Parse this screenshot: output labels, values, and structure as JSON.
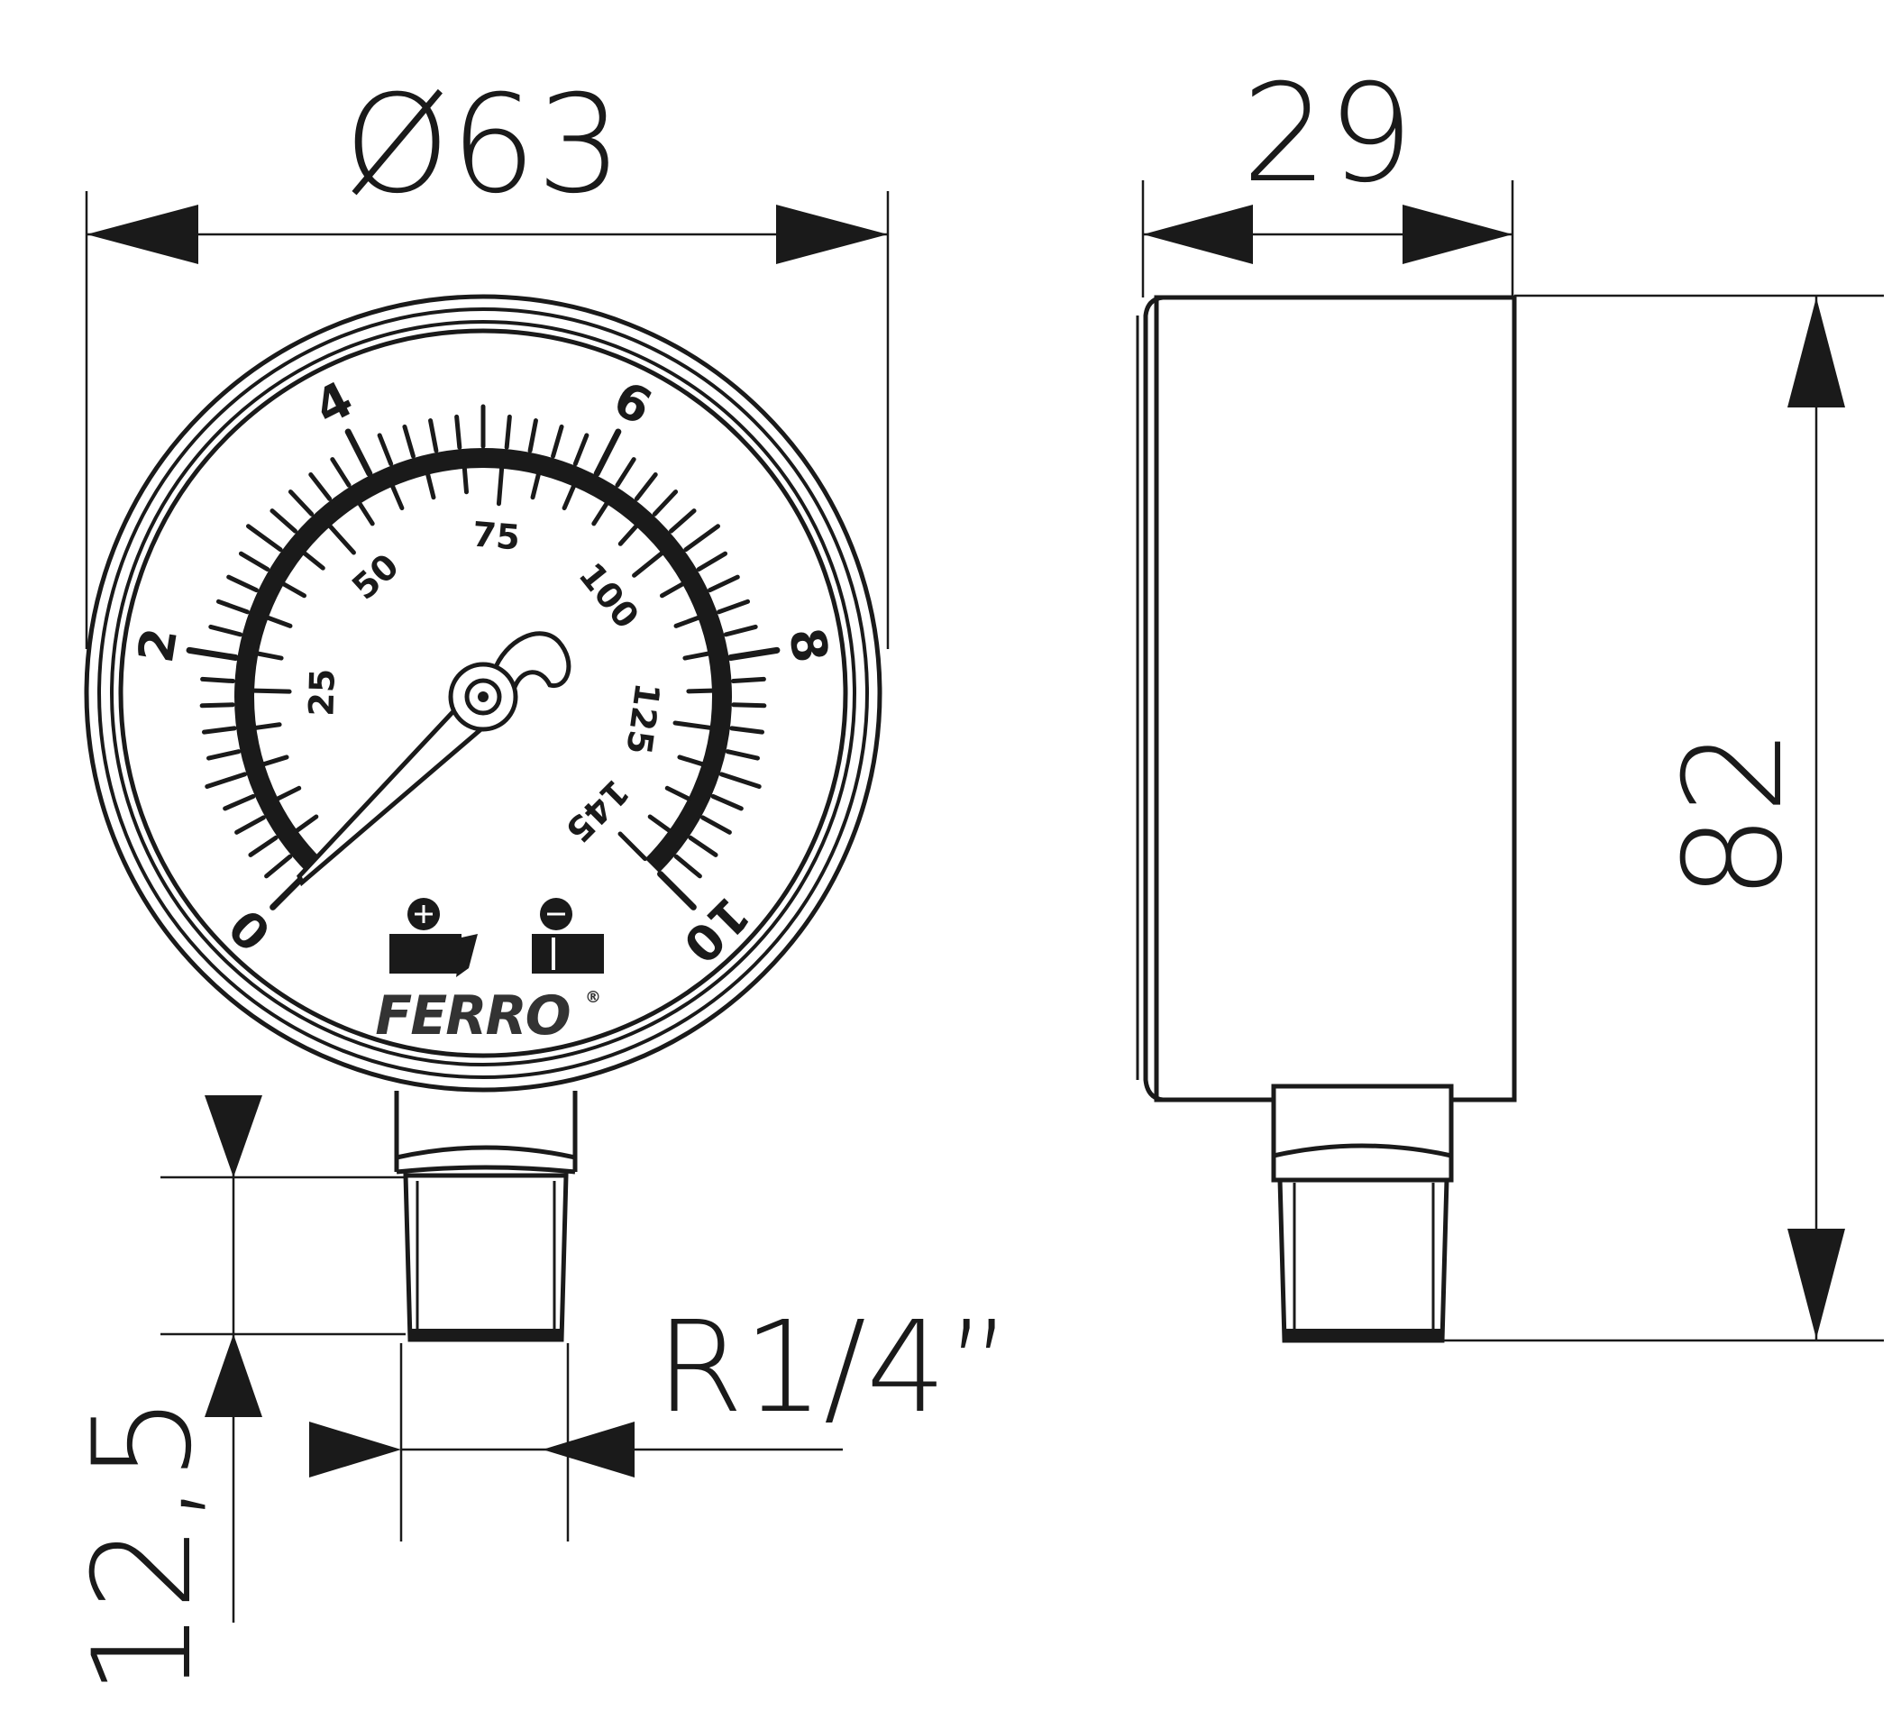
{
  "dimensions": {
    "diameter": "Ø63",
    "depth": "29",
    "height": "82",
    "thread_length": "12,5",
    "thread": "R1/4”"
  },
  "dial": {
    "bar_scale": [
      "0",
      "2",
      "4",
      "6",
      "8",
      "10"
    ],
    "psi_scale": [
      "25",
      "50",
      "75",
      "100",
      "125",
      "145"
    ],
    "unit_icons": [
      "bar-unit-icon",
      "psi-unit-icon"
    ]
  },
  "brand": {
    "name": "FERRO",
    "mark": "®"
  },
  "colors": {
    "line": "#1a1a1a",
    "brand": "#333333",
    "background": "#ffffff"
  }
}
